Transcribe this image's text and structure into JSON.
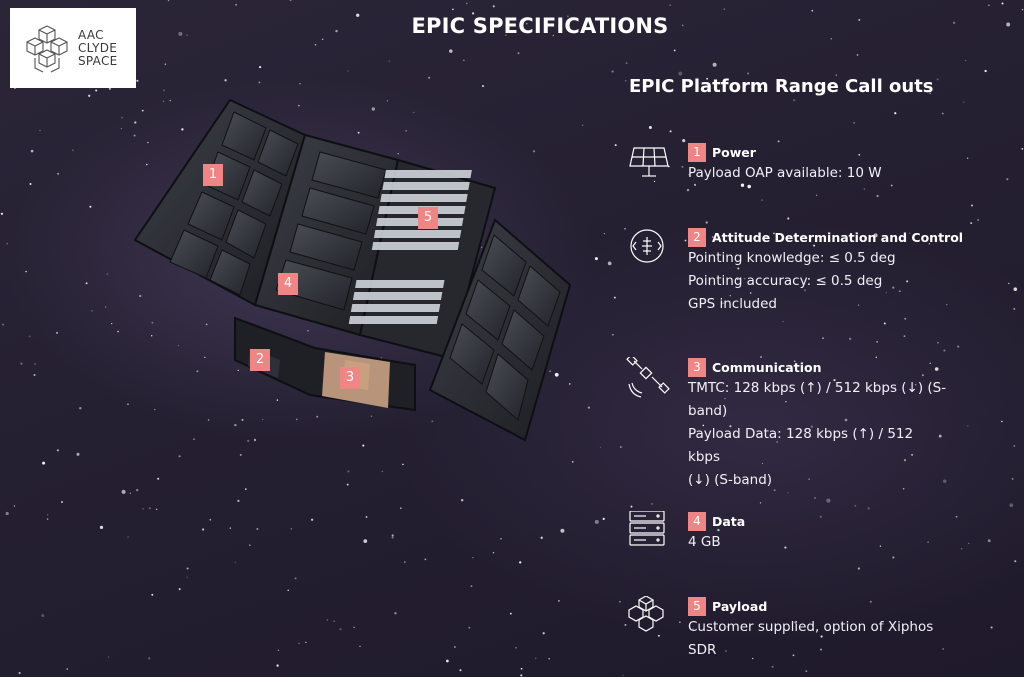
{
  "logo": {
    "lines": [
      "AAC",
      "CLYDE",
      "SPACE"
    ]
  },
  "title": "EPIC SPECIFICATIONS",
  "section_title": "EPIC Platform Range Call outs",
  "specs": [
    {
      "number": "1",
      "icon": "solar-panel-icon",
      "title": "Power",
      "lines": [
        "Payload OAP available: 10 W"
      ]
    },
    {
      "number": "2",
      "icon": "attitude-control-icon",
      "title": "Attitude Determination and Control",
      "lines": [
        "Pointing knowledge: ≤ 0.5 deg",
        "Pointing accuracy: ≤ 0.5 deg",
        "GPS included"
      ]
    },
    {
      "number": "3",
      "icon": "satellite-antenna-icon",
      "title": "Communication",
      "lines": [
        "TMTC: 128 kbps (↑) / 512 kbps (↓) (S-",
        "band)",
        "Payload Data: 128 kbps (↑) / 512 kbps",
        "(↓) (S-band)"
      ]
    },
    {
      "number": "4",
      "icon": "server-storage-icon",
      "title": "Data",
      "lines": [
        "4 GB"
      ]
    },
    {
      "number": "5",
      "icon": "payload-cubes-icon",
      "title": "Payload",
      "lines": [
        "Customer supplied, option of Xiphos",
        "SDR"
      ]
    }
  ],
  "callouts": [
    "1",
    "2",
    "3",
    "4",
    "5"
  ],
  "colors": {
    "accent": "#f08585",
    "background": "#241f31",
    "text": "#ffffff"
  }
}
